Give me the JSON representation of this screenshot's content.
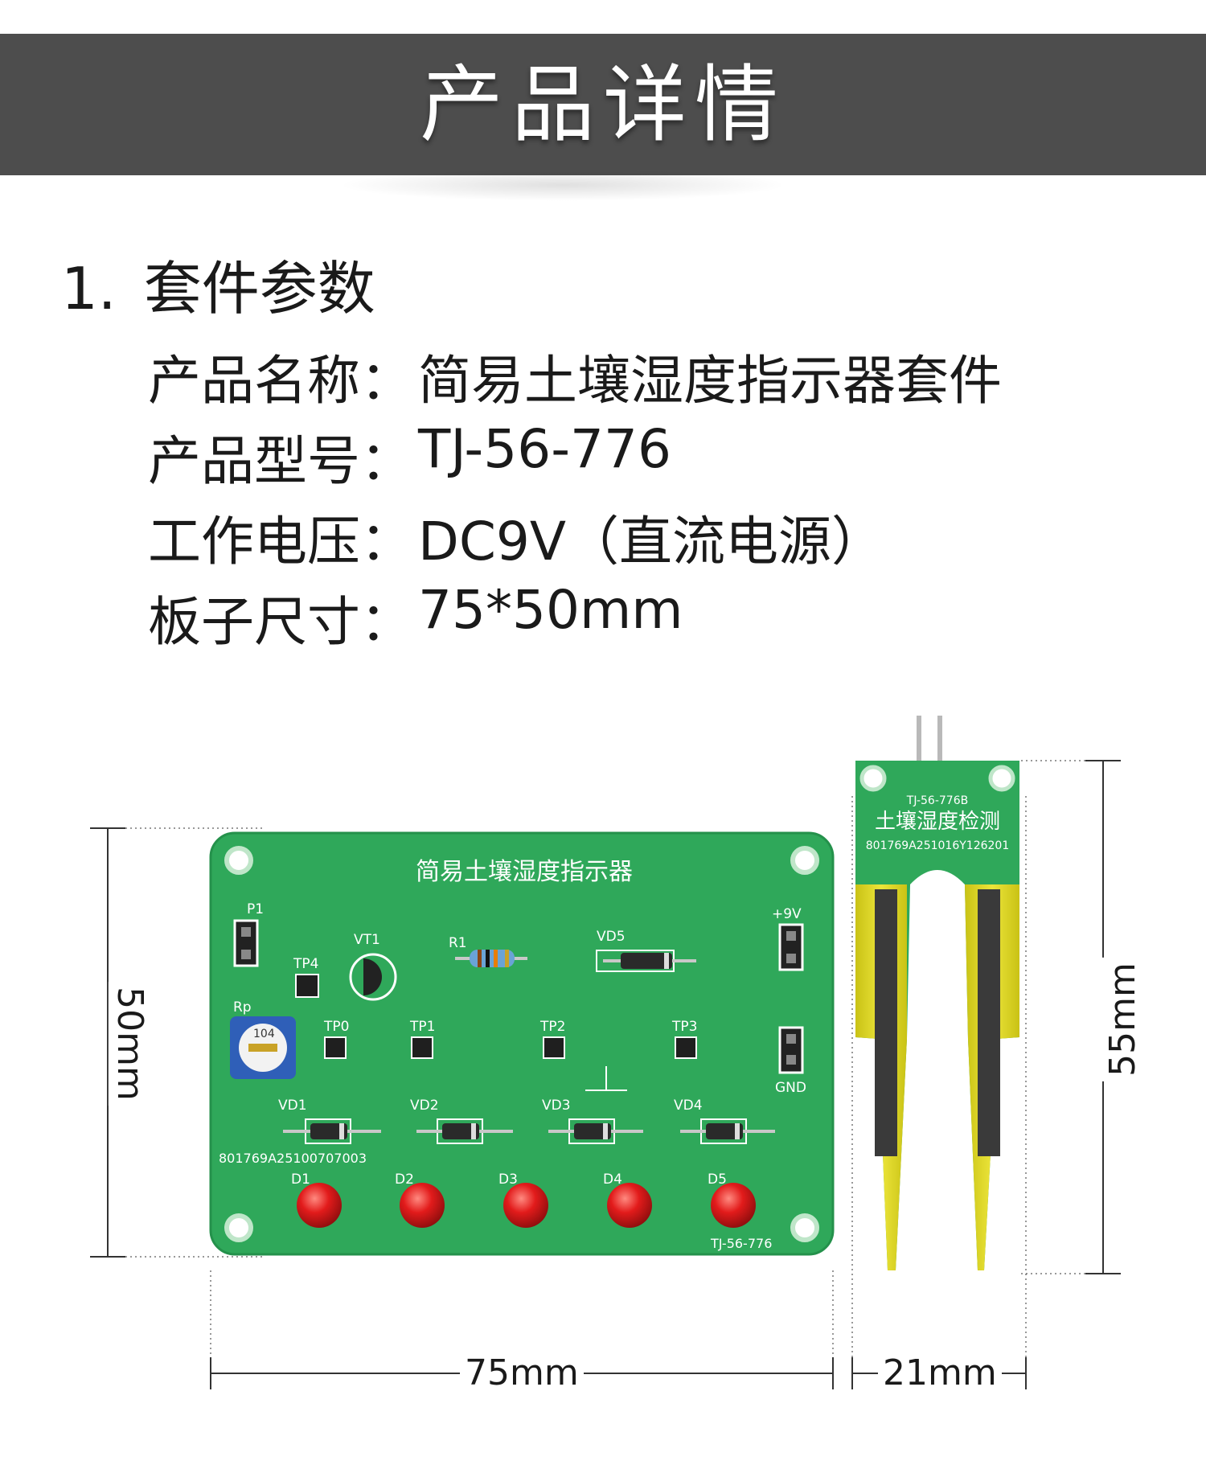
{
  "header": {
    "title": "产品详情"
  },
  "section": {
    "number": "1.",
    "title": "套件参数"
  },
  "specs": [
    {
      "key": "产品名称：",
      "value": "简易土壤湿度指示器套件"
    },
    {
      "key": "产品型号：",
      "value": "TJ-56-776"
    },
    {
      "key": "工作电压：",
      "value": "DC9V（直流电源）"
    },
    {
      "key": "板子尺寸：",
      "value": "75*50mm"
    }
  ],
  "dimensions": {
    "board_width": "75mm",
    "board_height": "50mm",
    "probe_width": "21mm",
    "probe_height": "55mm"
  },
  "board": {
    "title": "简易土壤湿度指示器",
    "serial": "801769A25100707003",
    "model": "TJ-56-776",
    "labels": {
      "p1": "P1",
      "tp4": "TP4",
      "vt1": "VT1",
      "r1": "R1",
      "vd5": "VD5",
      "plus9v": "+9V",
      "rp": "Rp",
      "tp0": "TP0",
      "tp1": "TP1",
      "tp2": "TP2",
      "tp3": "TP3",
      "gnd": "GND",
      "vd1": "VD1",
      "vd2": "VD2",
      "vd3": "VD3",
      "vd4": "VD4",
      "d1": "D1",
      "d2": "D2",
      "d3": "D3",
      "d4": "D4",
      "d5": "D5",
      "pot_code": "104"
    }
  },
  "probe": {
    "model": "TJ-56-776B",
    "title": "土壤湿度检测",
    "serial": "801769A251016Y126201"
  },
  "colors": {
    "banner": "#4d4d4d",
    "pcb_green": "#2fa85a",
    "led_red": "#e21b1b",
    "probe_gold": "#d9d21e"
  }
}
